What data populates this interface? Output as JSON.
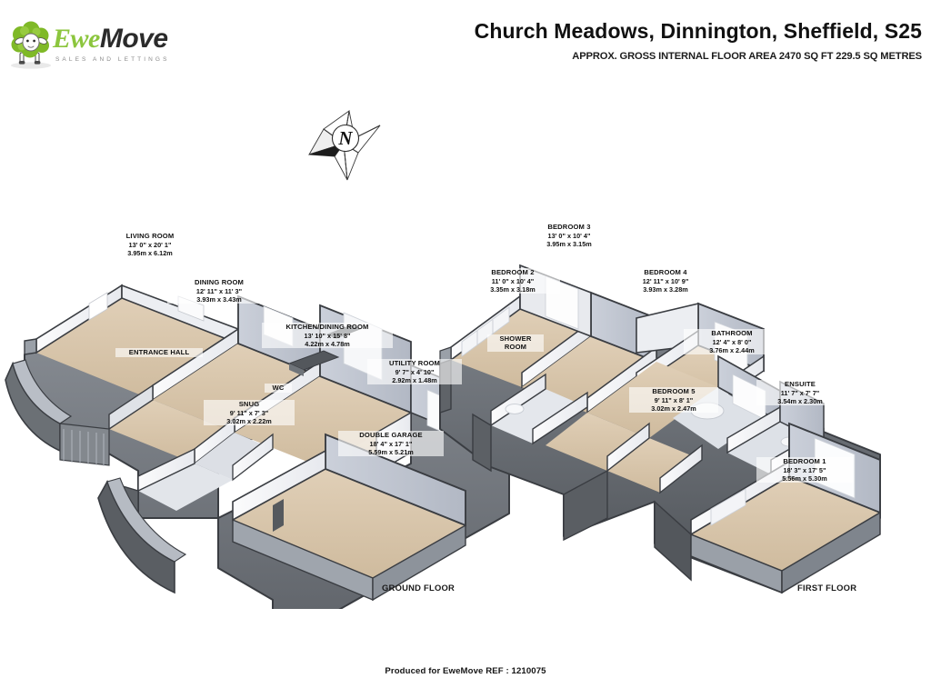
{
  "brand": {
    "name_part1": "Ewe",
    "name_part2": "Move",
    "tagline": "SALES AND LETTINGS",
    "logo_icon": "sheep-icon",
    "green": "#8cc63e"
  },
  "header": {
    "title": "Church Meadows, Dinnington, Sheffield, S25",
    "subtitle": "APPROX. GROSS INTERNAL FLOOR AREA 2470 SQ FT 229.5 SQ METRES"
  },
  "compass": {
    "icon": "compass-rose-icon",
    "north_label": "N"
  },
  "floors": [
    {
      "caption": "GROUND FLOOR",
      "rooms": [
        {
          "name": "LIVING ROOM",
          "imperial": "13' 0\" x 20' 1\"",
          "metric": "3.95m x 6.12m"
        },
        {
          "name": "DINING ROOM",
          "imperial": "12' 11\" x 11' 3\"",
          "metric": "3.93m x 3.43m"
        },
        {
          "name": "ENTRANCE HALL",
          "imperial": "",
          "metric": ""
        },
        {
          "name": "KITCHEN/DINING ROOM",
          "imperial": "13' 10\" x 15' 8\"",
          "metric": "4.22m x 4.78m"
        },
        {
          "name": "UTILITY ROOM",
          "imperial": "9' 7\" x 4' 10\"",
          "metric": "2.92m x 1.48m"
        },
        {
          "name": "WC",
          "imperial": "",
          "metric": ""
        },
        {
          "name": "SNUG",
          "imperial": "9' 11\" x 7' 3\"",
          "metric": "3.02m x 2.22m"
        },
        {
          "name": "DOUBLE GARAGE",
          "imperial": "18' 4\" x 17' 1\"",
          "metric": "5.59m x 5.21m"
        }
      ]
    },
    {
      "caption": "FIRST FLOOR",
      "rooms": [
        {
          "name": "BEDROOM 3",
          "imperial": "13' 0\" x 10' 4\"",
          "metric": "3.95m x 3.15m"
        },
        {
          "name": "BEDROOM 2",
          "imperial": "11' 0\" x 10' 4\"",
          "metric": "3.35m x 3.18m"
        },
        {
          "name": "BEDROOM 4",
          "imperial": "12' 11\" x 10' 9\"",
          "metric": "3.93m x 3.28m"
        },
        {
          "name": "BATHROOM",
          "imperial": "12' 4\" x 8' 0\"",
          "metric": "3.76m x 2.44m"
        },
        {
          "name": "SHOWER ROOM",
          "imperial": "",
          "metric": ""
        },
        {
          "name": "BEDROOM 5",
          "imperial": "9' 11\" x 8' 1\"",
          "metric": "3.02m x 2.47m"
        },
        {
          "name": "ENSUITE",
          "imperial": "11' 7\" x 7' 7\"",
          "metric": "3.54m x 2.30m"
        },
        {
          "name": "BEDROOM 1",
          "imperial": "18' 3\" x 17' 5\"",
          "metric": "5.56m x 5.30m"
        }
      ]
    }
  ],
  "footer": {
    "text": "Produced for EweMove   REF : 1210075"
  },
  "palette": {
    "floor_fill": "#d8c5aa",
    "wall_light": "#f2f3f5",
    "wall_mid": "#c9cdd6",
    "wall_dark": "#a8adb8",
    "outline": "#3a3d42",
    "base_side": "#6e7278"
  }
}
